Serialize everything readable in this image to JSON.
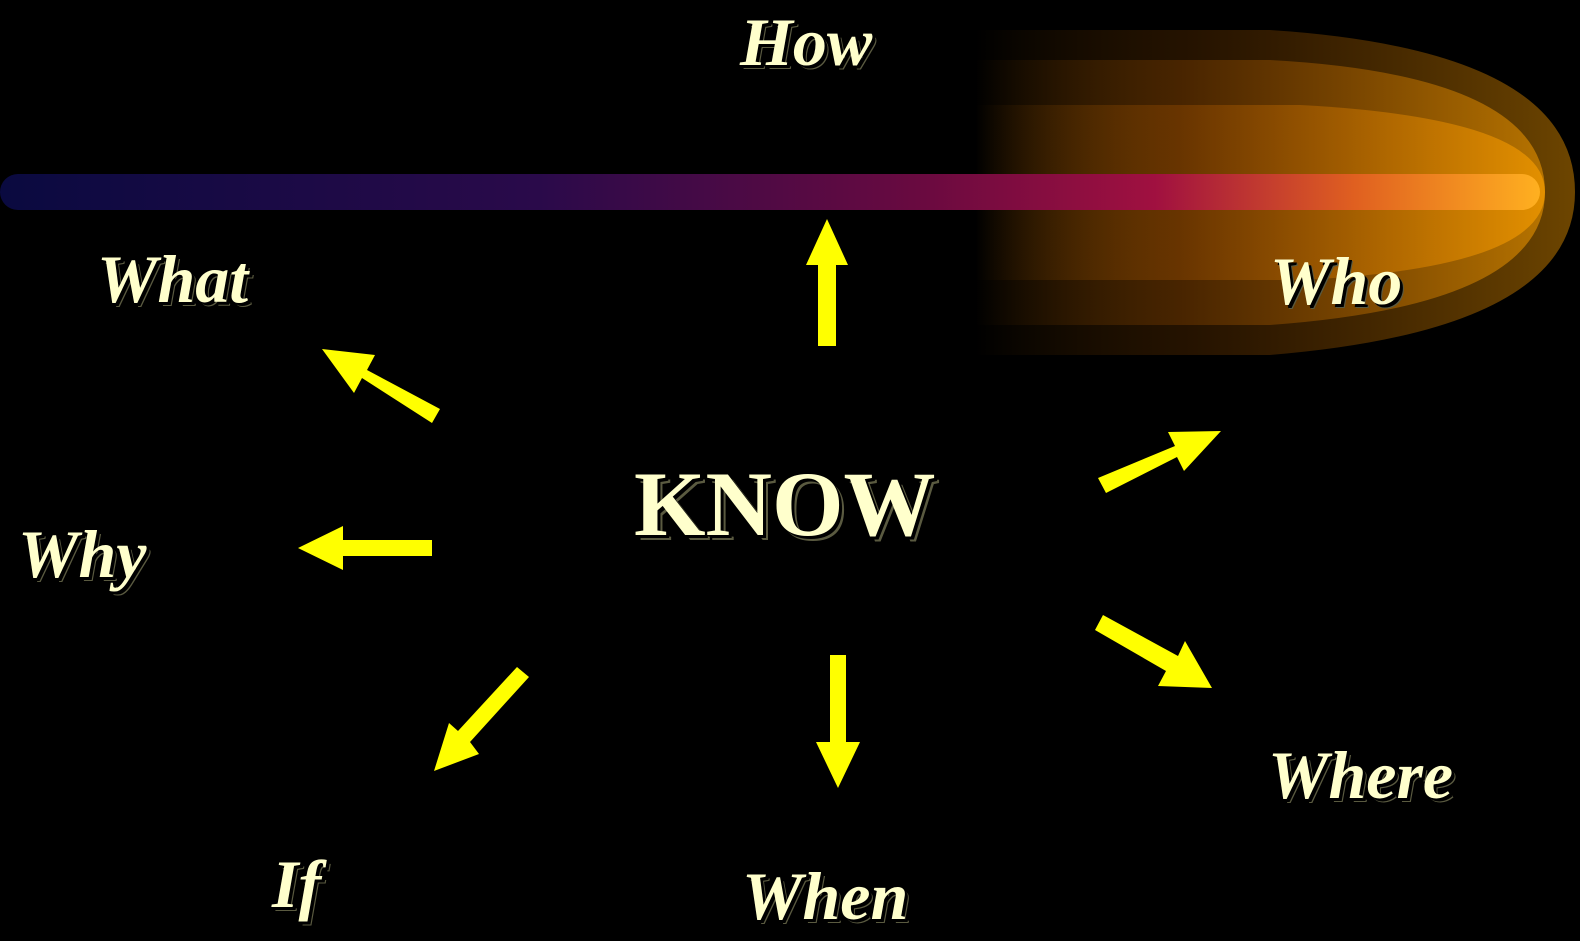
{
  "slide": {
    "background_color": "#000000",
    "text_color": "#FFFFCC",
    "arrow_color": "#FFFF00",
    "center_word": "KNOW",
    "words": {
      "how": "How",
      "what": "What",
      "who": "Who",
      "why": "Why",
      "where": "Where",
      "if": "If",
      "when": "When"
    }
  }
}
